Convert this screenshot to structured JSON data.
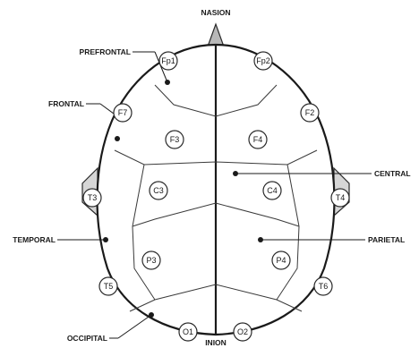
{
  "diagram": {
    "labels": {
      "nasion": "NASION",
      "inion": "INION",
      "prefrontal": "PREFRONTAL",
      "frontal": "FRONTAL",
      "central": "CENTRAL",
      "temporal": "TEMPORAL",
      "parietal": "PARIETAL",
      "occipital": "OCCIPITAL"
    },
    "electrodes": {
      "fp1": "Fp1",
      "fp2": "Fp2",
      "f7": "F7",
      "f8": "F2",
      "f3": "F3",
      "f4": "F4",
      "t3": "T3",
      "t4": "T4",
      "c3": "C3",
      "c4": "C4",
      "p3": "P3",
      "p4": "P4",
      "t5": "T5",
      "t6": "T6",
      "o1": "O1",
      "o2": "O2"
    },
    "colors": {
      "outline": "#1a1a1a",
      "ear_fill": "#d6d6d6",
      "nose_fill": "#b8b8b8"
    }
  }
}
